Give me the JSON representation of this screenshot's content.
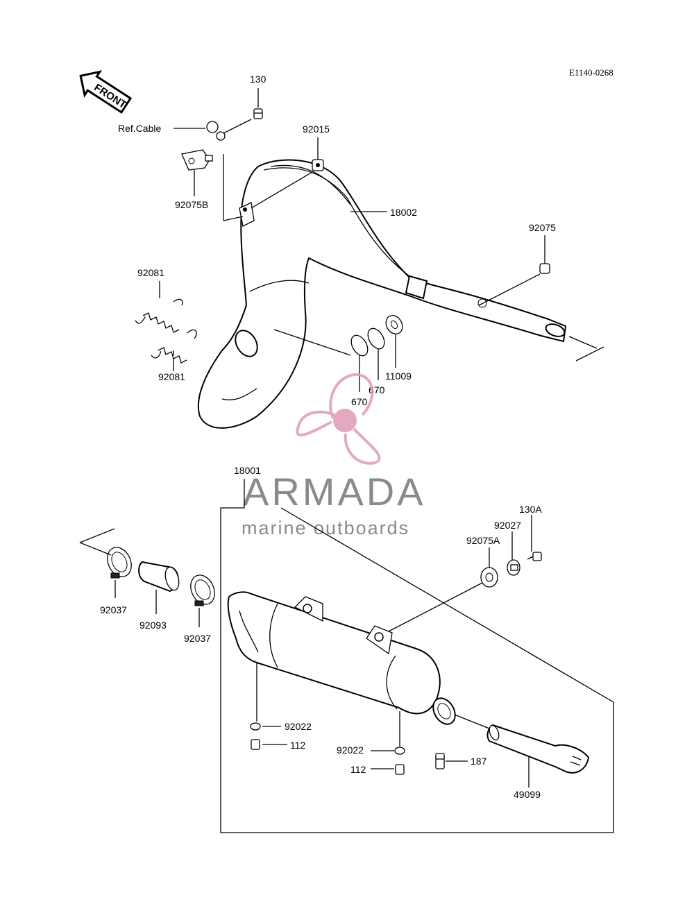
{
  "diagram_code": "E1140-0268",
  "front_arrow_label": "FRONT",
  "watermark": {
    "title": "ARMADA",
    "subtitle": "marine outboards",
    "color": "#e09ab8"
  },
  "part_labels": {
    "p130": "130",
    "ref_cable": "Ref.Cable",
    "p92015": "92015",
    "p92075B": "92075B",
    "p18002": "18002",
    "p92075": "92075",
    "p92081_top": "92081",
    "p92081_bottom": "92081",
    "p11009": "11009",
    "p670_a": "670",
    "p670_b": "670",
    "p18001": "18001",
    "p130A": "130A",
    "p92027": "92027",
    "p92075A": "92075A",
    "p92037_left": "92037",
    "p92093": "92093",
    "p92037_right": "92037",
    "p92022_left": "92022",
    "p112_left": "112",
    "p92022_right": "92022",
    "p187": "187",
    "p112_right": "112",
    "p49099": "49099"
  }
}
